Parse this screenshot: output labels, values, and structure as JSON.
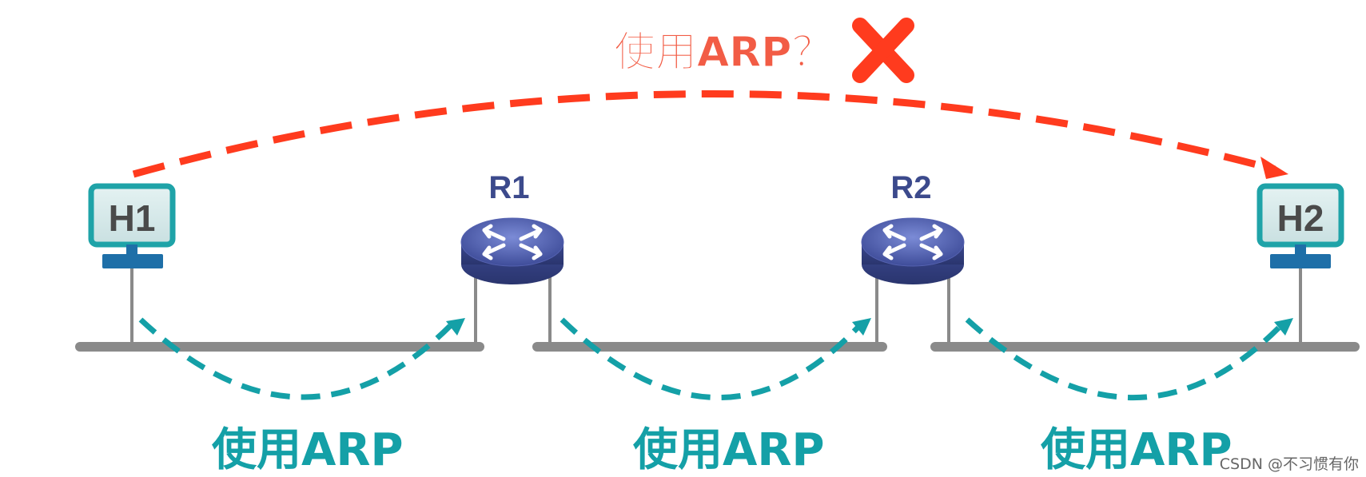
{
  "top_label": {
    "text": "使用ARP？",
    "color": "#F25C45"
  },
  "cross_mark": {
    "icon": "cross-icon",
    "color": "#FF3B1E"
  },
  "hosts": [
    {
      "id": "h1",
      "label": "H1"
    },
    {
      "id": "h2",
      "label": "H2"
    }
  ],
  "routers": [
    {
      "id": "r1",
      "label": "R1"
    },
    {
      "id": "r2",
      "label": "R2"
    }
  ],
  "segment_labels": [
    {
      "text": "使用ARP"
    },
    {
      "text": "使用ARP"
    },
    {
      "text": "使用ARP"
    }
  ],
  "watermark": "CSDN @不习惯有你",
  "colors": {
    "teal": "#14A0A7",
    "red_arc": "#FF3B1E",
    "router_fill": "#4A5AA8",
    "router_label": "#3C4A8C",
    "bus": "#8A8A8A",
    "host_frame": "#1FA3A8",
    "host_screen": "#D6EAEA",
    "host_stand": "#1E6FA8",
    "host_text": "#4A4A4A"
  }
}
